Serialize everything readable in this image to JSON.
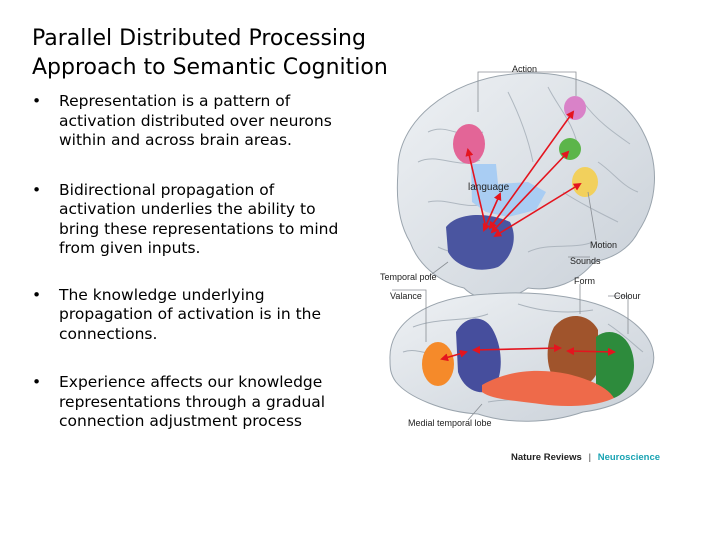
{
  "slide": {
    "title_line1": "Parallel Distributed Processing",
    "title_line2": "Approach to Semantic Cognition",
    "bullets": [
      "Representation is a pattern of activation distributed over neurons within and across brain areas.",
      "Bidirectional propagation of activation underlies the ability to bring these representations to mind from given inputs.",
      "The knowledge underlying propagation of activation is in the connections.",
      "Experience affects our knowledge representations through a gradual connection adjustment process"
    ],
    "bullet_symbol": "•"
  },
  "figure": {
    "labels": {
      "action": "Action",
      "language": "language",
      "motion": "Motion",
      "sounds": "Sounds",
      "temporal_pole": "Temporal pole",
      "form": "Form",
      "valance": "Valance",
      "colour": "Colour",
      "medial_temporal_lobe": "Medial temporal lobe"
    },
    "credit_left": "Nature Reviews",
    "credit_sep": "|",
    "credit_right": "Neuroscience",
    "colors": {
      "action": "#d982c8",
      "motor_pink": "#e36597",
      "green_top": "#5cb54a",
      "yellow": "#f2d05c",
      "language": "#a9cdf3",
      "temporal_pole": "#4a55a0",
      "orange": "#f58a2a",
      "navy": "#464e9d",
      "brown": "#a0542c",
      "green_bottom": "#2d8b3c",
      "red_orange": "#ee6a4a",
      "arrow": "#e4141e",
      "credit_blue": "#19a3b3"
    }
  }
}
